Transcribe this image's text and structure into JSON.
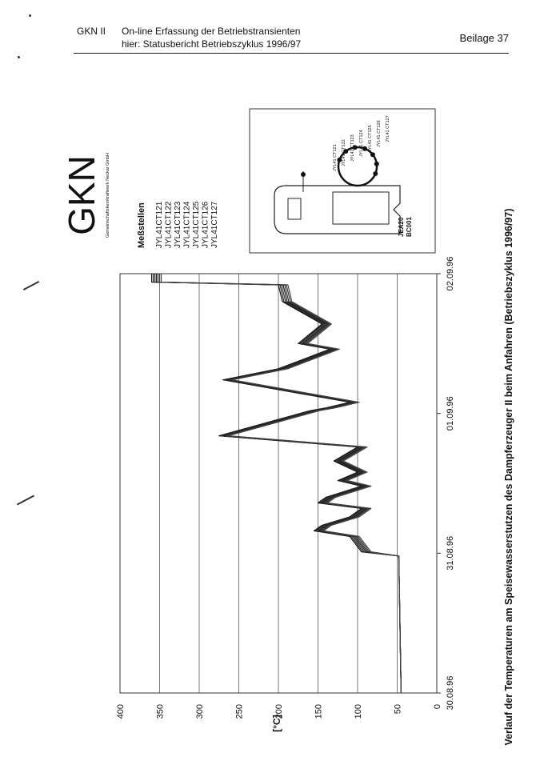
{
  "header": {
    "code": "GKN II",
    "title_line1": "On-line Erfassung der Betriebstransienten",
    "title_line2": "hier: Statusbericht Betriebszyklus 1996/97",
    "attachment": "Beilage 37"
  },
  "logo": {
    "text": "GKN",
    "subtitle": "Gemeinschaftskernkraftwerk Neckar GmbH"
  },
  "legend": {
    "title": "Meßstellen",
    "items": [
      "JYL41CT121",
      "JYL41CT122",
      "JYL41CT123",
      "JYL41CT124",
      "JYL41CT125",
      "JYL41CT126",
      "JYL41CT127"
    ]
  },
  "schematic": {
    "labels": [
      "JYL41 CT121",
      "JYL41 CT122",
      "JYL41 CT123",
      "JYL41 CT124",
      "JYL41 CT125",
      "JYL41 CT126",
      "JYL41 CT127"
    ],
    "component_line1": "JEA20",
    "component_line2": "BC001"
  },
  "chart_data": {
    "type": "line",
    "title": "Verlauf der Temperaturen am Speisewasserstutzen des Dampferzeuger II beim Anfahren (Betriebszyklus 1996/97)",
    "ylabel": "[°C]",
    "xlabel": "",
    "ylim": [
      0,
      400
    ],
    "yticks": [
      "0",
      "50",
      "100",
      "150",
      "200",
      "250",
      "300",
      "350",
      "400"
    ],
    "xlim": [
      0,
      3
    ],
    "xticks": [
      "30.08.96",
      "31.08.96",
      "01.09.96",
      "02.09.96"
    ],
    "grid": "horizontal",
    "series": [
      {
        "name": "JYL41CT121",
        "offset": 0
      },
      {
        "name": "JYL41CT122",
        "offset": 2
      },
      {
        "name": "JYL41CT123",
        "offset": 4
      },
      {
        "name": "JYL41CT124",
        "offset": 6
      },
      {
        "name": "JYL41CT125",
        "offset": 8
      },
      {
        "name": "JYL41CT126",
        "offset": 10
      },
      {
        "name": "JYL41CT127",
        "offset": 12
      }
    ],
    "base_profile": [
      [
        0.0,
        45
      ],
      [
        0.98,
        48
      ],
      [
        1.01,
        95
      ],
      [
        1.12,
        110
      ],
      [
        1.16,
        155
      ],
      [
        1.2,
        145
      ],
      [
        1.26,
        110
      ],
      [
        1.32,
        95
      ],
      [
        1.36,
        150
      ],
      [
        1.4,
        140
      ],
      [
        1.48,
        95
      ],
      [
        1.52,
        125
      ],
      [
        1.58,
        100
      ],
      [
        1.66,
        130
      ],
      [
        1.76,
        100
      ],
      [
        1.84,
        275
      ],
      [
        2.02,
        160
      ],
      [
        2.04,
        140
      ],
      [
        2.08,
        110
      ],
      [
        2.24,
        270
      ],
      [
        2.32,
        200
      ],
      [
        2.46,
        135
      ],
      [
        2.5,
        175
      ],
      [
        2.64,
        145
      ],
      [
        2.8,
        195
      ],
      [
        2.92,
        200
      ],
      [
        2.94,
        360
      ],
      [
        3.0,
        360
      ]
    ]
  }
}
